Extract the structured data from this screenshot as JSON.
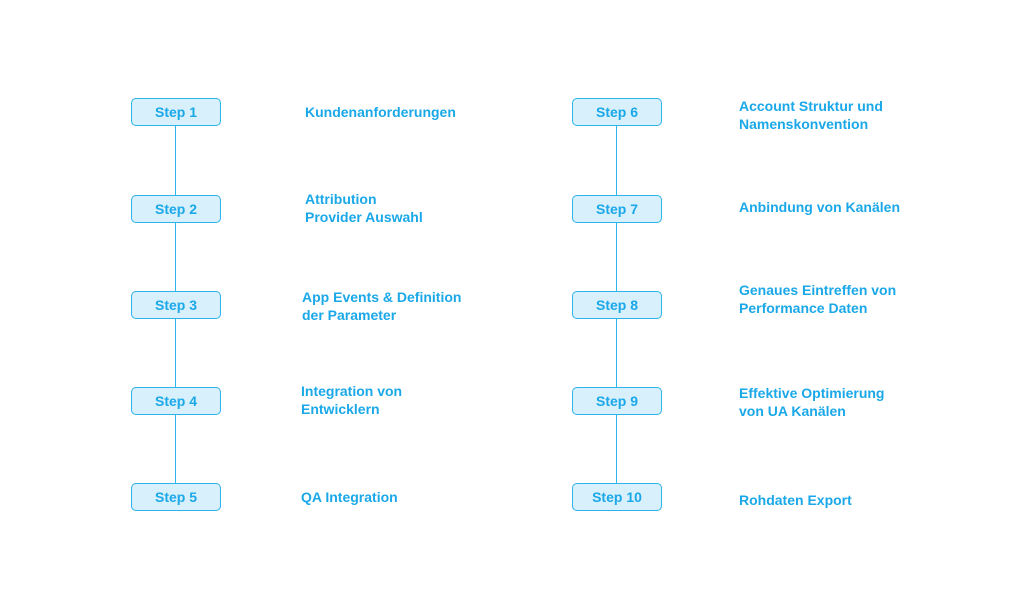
{
  "colors": {
    "accent": "#1aa8e8",
    "box_fill": "#d7f0fb",
    "line": "#2db4ec",
    "background": "#ffffff"
  },
  "columns": [
    {
      "steps": [
        {
          "label": "Step 1",
          "description": [
            "Kundenanforderungen"
          ]
        },
        {
          "label": "Step 2",
          "description": [
            "Attribution",
            "Provider Auswahl"
          ]
        },
        {
          "label": "Step 3",
          "description": [
            "App Events & Definition",
            "der Parameter"
          ]
        },
        {
          "label": "Step 4",
          "description": [
            "Integration von",
            "Entwicklern"
          ]
        },
        {
          "label": "Step 5",
          "description": [
            "QA Integration"
          ]
        }
      ]
    },
    {
      "steps": [
        {
          "label": "Step 6",
          "description": [
            "Account Struktur und",
            "Namenskonvention"
          ]
        },
        {
          "label": "Step 7",
          "description": [
            "Anbindung von Kanälen"
          ]
        },
        {
          "label": "Step 8",
          "description": [
            "Genaues Eintreffen von",
            "Performance Daten"
          ]
        },
        {
          "label": "Step 9",
          "description": [
            "Effektive Optimierung",
            "von UA Kanälen"
          ]
        },
        {
          "label": "Step 10",
          "description": [
            "Rohdaten Export"
          ]
        }
      ]
    }
  ]
}
